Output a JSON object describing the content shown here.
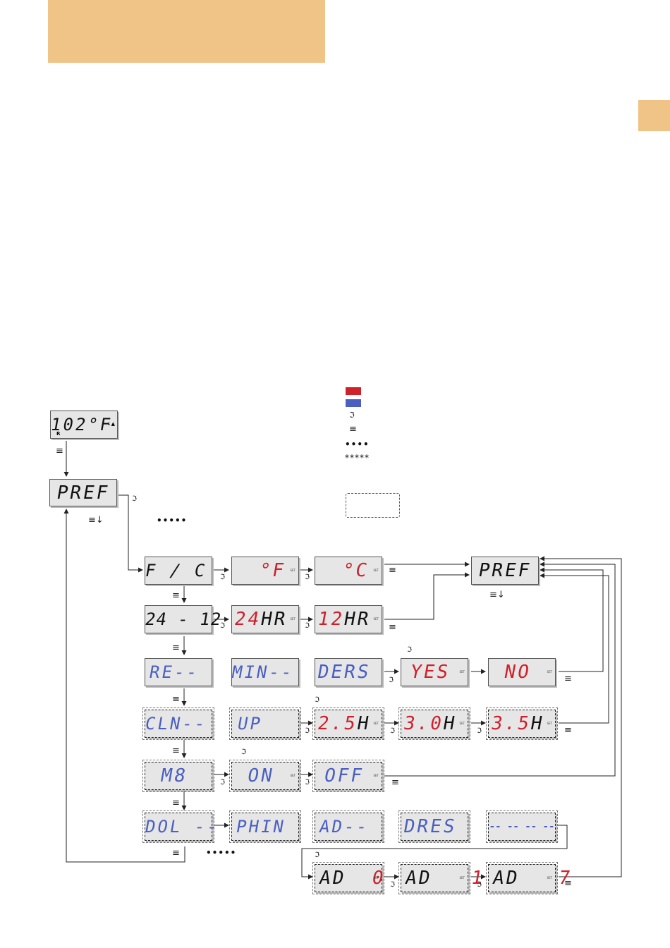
{
  "legend": {
    "red_color": "#d0202a",
    "blue_color": "#4a5fc0",
    "button_symbol": "ℑ",
    "menu_symbol": "≡",
    "dots": "••••",
    "stars": "*****"
  },
  "symbols": {
    "menu": "≡",
    "menu_down": "≡↓",
    "button": "ℑ",
    "dots": "•••••"
  },
  "displays": {
    "main_temp": "102°F",
    "main_r": "R",
    "main_arrows": "↓▲",
    "pref": "PREF",
    "fc": "F / C",
    "f_val": "°F",
    "c_val": "°C",
    "pref_right": "PREF",
    "hr": "24 - 12",
    "hr24_num": "24",
    "hr24_txt": "HR",
    "hr12_num": "12",
    "hr12_txt": "HR",
    "re": "RE--",
    "min": "MIN--",
    "ders": "DERS",
    "yes": "YES",
    "no": "NO",
    "cln": "CLN--",
    "up": "UP",
    "h25_num": "2.5",
    "h25_txt": "H",
    "h30_num": "3.0",
    "h30_txt": "H",
    "h35_num": "3.5",
    "h35_txt": "H",
    "m8": "M8",
    "on": "ON",
    "off": "OFF",
    "dol": "DOL --",
    "phin": "PHIN",
    "ad": "AD--",
    "dres": "DRES",
    "dashes": "-- -- -- --",
    "ad0_txt": "AD",
    "ad0_num": "0",
    "ad1_txt": "AD",
    "ad1_num": "1",
    "ad7_txt": "AD",
    "ad7_num": "7",
    "set": "SET"
  }
}
